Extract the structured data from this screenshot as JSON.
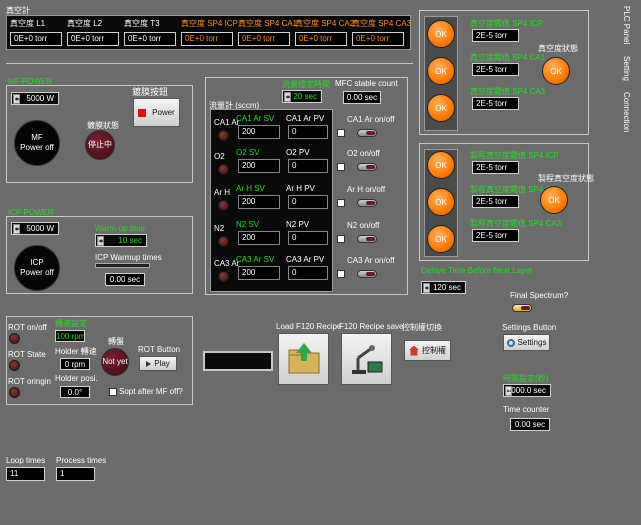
{
  "vacuum_section": {
    "title": "真空計",
    "gauges": [
      {
        "label": "真空度 L1",
        "value": "0E+0 torr",
        "color": "white"
      },
      {
        "label": "真空度 L2",
        "value": "0E+0 torr",
        "color": "white"
      },
      {
        "label": "真空度 T3",
        "value": "0E+0 torr",
        "color": "white"
      },
      {
        "label": "真空度 SP4 ICP",
        "value": "0E+0 torr",
        "color": "orange"
      },
      {
        "label": "真空度 SP4 CA1",
        "value": "0E+0 torr",
        "color": "orange"
      },
      {
        "label": "真空度 SP4 CA2",
        "value": "0E+0 torr",
        "color": "orange"
      },
      {
        "label": "真空度 SP4 CA3",
        "value": "0E+0 torr",
        "color": "orange"
      }
    ]
  },
  "tabs": {
    "plc": "PLC Panel",
    "setting": "Setting",
    "connection": "Connection"
  },
  "mf": {
    "title": "MF POWER",
    "power_value": "5000 W",
    "power_button": "MF\nPower off",
    "status_label": "鍍膜狀態",
    "status_value": "停止中",
    "coat_button_title": "鍍膜按鈕",
    "coat_button_label": "Power"
  },
  "icp": {
    "title": "ICP POWER",
    "power_value": "5000 W",
    "power_button": "ICP\nPower off",
    "warmup_label": "Warm-up time",
    "warmup_value": "10 sec",
    "warmup_times_label": "ICP Warmup times",
    "warmup_times_value": "0.00 sec"
  },
  "flow": {
    "title": "流量計 (sccm)",
    "stable_time_label": "流量穩定時間",
    "stable_time_value": "20 sec",
    "stable_count_label": "MFC stable count",
    "stable_count_value": "0.00 sec",
    "rows": [
      {
        "name": "CA1 Ar",
        "sv_label": "CA1 Ar SV",
        "sv": "200",
        "pv_label": "CA1 Ar PV",
        "pv": "0",
        "onoff": "CA1 Ar on/off"
      },
      {
        "name": "O2",
        "sv_label": "O2 SV",
        "sv": "200",
        "pv_label": "O2 PV",
        "pv": "0",
        "onoff": "O2 on/off"
      },
      {
        "name": "Ar H",
        "sv_label": "Ar H SV",
        "sv": "200",
        "pv_label": "Ar H PV",
        "pv": "0",
        "onoff": "Ar H on/off"
      },
      {
        "name": "N2",
        "sv_label": "N2 SV",
        "sv": "200",
        "pv_label": "N2 PV",
        "pv": "0",
        "onoff": "N2 on/off"
      },
      {
        "name": "CA3 Ar",
        "sv_label": "CA3 Ar SV",
        "sv": "200",
        "pv_label": "CA3 Ar  PV",
        "pv": "0",
        "onoff": "CA3 Ar on/off"
      }
    ]
  },
  "vac_status": {
    "leds": [
      "OK",
      "OK",
      "OK"
    ],
    "items": [
      {
        "label": "真空度閥值 SP4 ICP",
        "value": "2E-5 torr"
      },
      {
        "label": "真空度閥值 SP4 CA1",
        "value": "2E-5 torr"
      },
      {
        "label": "真空度閥值 SP4 CA3",
        "value": "2E-5 torr"
      }
    ],
    "state_label": "真空度狀態",
    "state_led": "OK"
  },
  "process_vac": {
    "leds": [
      "OK",
      "OK",
      "OK"
    ],
    "items": [
      {
        "label": "製程真空度閥值 SP4 ICP",
        "value": "2E-5 torr"
      },
      {
        "label": "製程真空度閥值 SP4 CA1",
        "value": "2E-5 torr"
      },
      {
        "label": "製程真空度閥值 SP4 CA3",
        "value": "2E-5 torr"
      }
    ],
    "state_label": "製程真空度狀態",
    "state_led": "OK"
  },
  "delay": {
    "label": "Delaye Time Before Next Layer",
    "value": "120 sec"
  },
  "final_spectrum": {
    "label": "Final Spectrum?"
  },
  "settings_btn": {
    "title": "Settings Button",
    "label": "Settings"
  },
  "time_section": {
    "setting_label": "時間設定(秒)",
    "setting_value": "1000.0 sec",
    "counter_label": "Time counter",
    "counter_value": "0.00 sec"
  },
  "rot": {
    "speed_label": "轉速設定",
    "speed_value": "100 rpm",
    "onoff_label": "ROT on/off",
    "state_label": "ROT State",
    "origin_label": "ROT oringin",
    "holder_speed_label": "Holder 轉速",
    "holder_speed_value": "0 rpm",
    "holder_pos_label": "Holder posi.",
    "holder_pos_value": "0.0°",
    "turn_label": "轉盤",
    "turn_button": "Not yet",
    "rot_button_label": "ROT Button",
    "play_label": "Play",
    "stop_after_label": "Sopt after MF off?"
  },
  "recipe": {
    "load_label": "Load F120 Recipe",
    "save_label": "F120 Recipe save",
    "control_label": "控制權切換",
    "control_button": "控制權"
  },
  "counters": {
    "loop_label": "Loop times",
    "loop_value": "11",
    "process_label": "Process times",
    "process_value": "1"
  },
  "colors": {
    "background": "#6b6b6b",
    "label_green": "#22dd22",
    "label_orange": "#ff8c1a",
    "led_ok": "#ff7a00",
    "led_dark": "#3a0d0d"
  }
}
